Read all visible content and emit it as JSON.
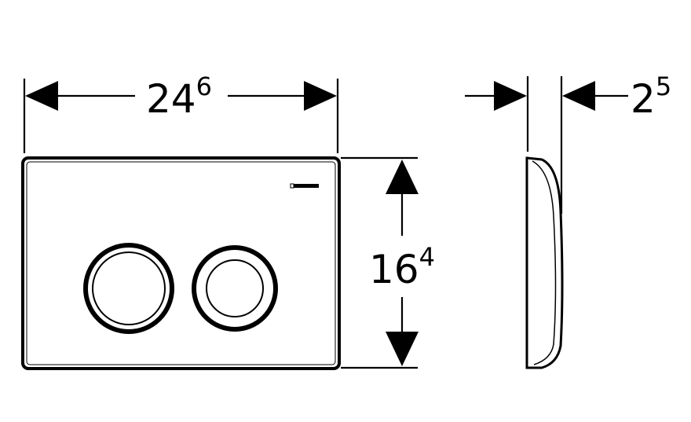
{
  "dimensions": {
    "width": {
      "main": "24",
      "sup": "6"
    },
    "height": {
      "main": "16",
      "sup": "4"
    },
    "depth": {
      "main": "2",
      "sup": "5"
    }
  },
  "colors": {
    "line": "#000000",
    "background": "#ffffff"
  }
}
